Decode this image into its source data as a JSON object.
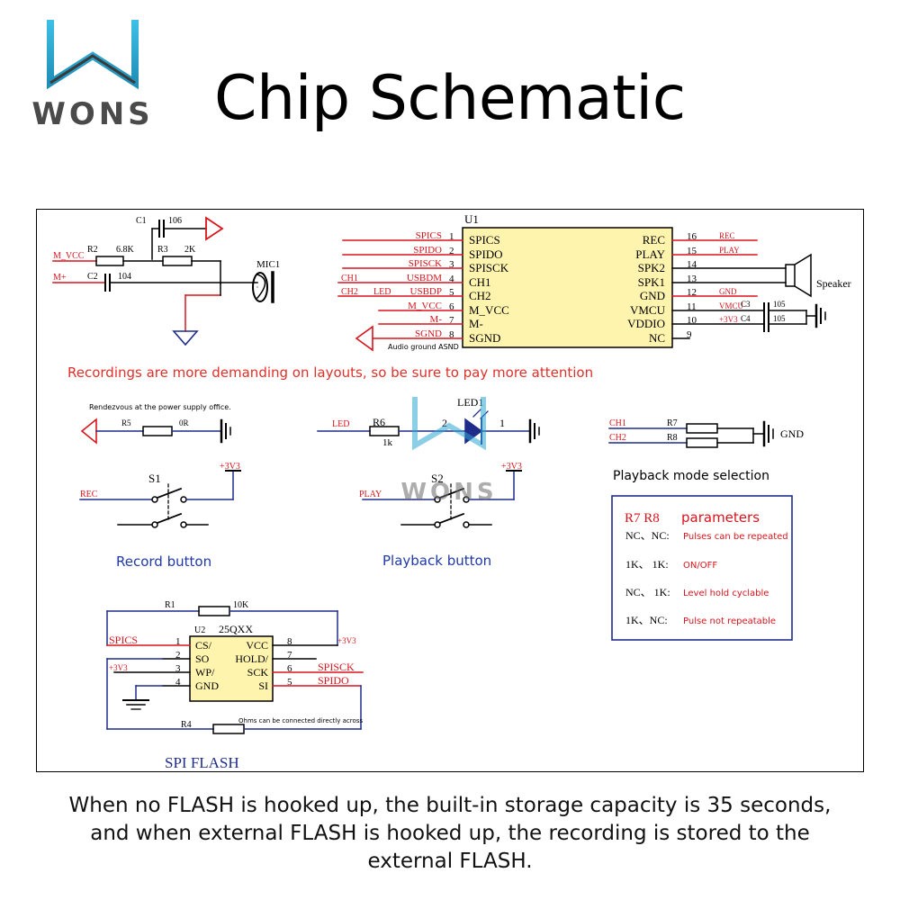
{
  "logo": {
    "text": "WONS"
  },
  "title": "Chip Schematic",
  "watermark": "WONS",
  "u1": {
    "ref": "U1",
    "left_pins": [
      {
        "num": "1",
        "name": "SPICS",
        "net": "SPICS"
      },
      {
        "num": "2",
        "name": "SPIDO",
        "net": "SPIDO"
      },
      {
        "num": "3",
        "name": "SPISCK",
        "net": "SPISCK"
      },
      {
        "num": "4",
        "name": "CH1",
        "net": "USBDM",
        "net2": "CH1"
      },
      {
        "num": "5",
        "name": "CH2",
        "net": "USBDP",
        "net2": "CH2",
        "net3": "LED"
      },
      {
        "num": "6",
        "name": "M_VCC",
        "net": "M_VCC"
      },
      {
        "num": "7",
        "name": "M-",
        "net": "M-"
      },
      {
        "num": "8",
        "name": "SGND",
        "net": "SGND"
      }
    ],
    "right_pins": [
      {
        "num": "16",
        "name": "REC",
        "net": "REC"
      },
      {
        "num": "15",
        "name": "PLAY",
        "net": "PLAY"
      },
      {
        "num": "14",
        "name": "SPK2",
        "net": ""
      },
      {
        "num": "13",
        "name": "SPK1",
        "net": ""
      },
      {
        "num": "12",
        "name": "GND",
        "net": "GND"
      },
      {
        "num": "11",
        "name": "VMCU",
        "net": "VMCU"
      },
      {
        "num": "10",
        "name": "VDDIO",
        "net": "+3V3"
      },
      {
        "num": "9",
        "name": "NC",
        "net": ""
      }
    ],
    "ground_note": "Audio ground ASND"
  },
  "mic": {
    "c1": "C1",
    "c1_val": "106",
    "r2": "R2",
    "r2_val": "6.8K",
    "r3": "R3",
    "r3_val": "2K",
    "c2": "C2",
    "c2_val": "104",
    "mic_label": "MIC1",
    "net_mvcc": "M_VCC",
    "net_mminus": "M+"
  },
  "speaker": {
    "label": "Speaker"
  },
  "caps": {
    "c3": "C3",
    "c3_val": "105",
    "c4": "C4",
    "c4_val": "105"
  },
  "layout_note": "Recordings are more demanding on layouts, so be sure to pay more attention",
  "power_note": "Rendezvous at the power supply office.",
  "r5": {
    "ref": "R5",
    "val": "0R"
  },
  "led": {
    "net": "LED",
    "ref": "R6",
    "val": "1k",
    "led_ref": "LED1",
    "pin2": "2",
    "pin1": "1"
  },
  "mode": {
    "ch1": "CH1",
    "ch2": "CH2",
    "r7": "R7",
    "r8": "R8",
    "gnd": "GND",
    "label": "Playback mode selection"
  },
  "s1": {
    "ref": "S1",
    "net": "REC",
    "vcc": "+3V3",
    "label": "Record button"
  },
  "s2": {
    "ref": "S2",
    "net": "PLAY",
    "vcc": "+3V3",
    "label": "Playback button"
  },
  "param_table": {
    "head_r": "R7  R8",
    "head_t": "parameters",
    "rows": [
      {
        "val": "NC、NC:",
        "desc": "Pulses can be repeated"
      },
      {
        "val": "1K、 1K:",
        "desc": "ON/OFF"
      },
      {
        "val": "NC、 1K:",
        "desc": "Level hold cyclable"
      },
      {
        "val": "1K、NC:",
        "desc": "Pulse not repeatable"
      }
    ]
  },
  "flash": {
    "r1": "R1",
    "r1_val": "10K",
    "u2": "U2",
    "u2_part": "25QXX",
    "left_pins": [
      {
        "num": "1",
        "name": "CS/",
        "net": "SPICS"
      },
      {
        "num": "2",
        "name": "SO",
        "net": ""
      },
      {
        "num": "3",
        "name": "WP/",
        "net": "+3V3"
      },
      {
        "num": "4",
        "name": "GND",
        "net": ""
      }
    ],
    "right_pins": [
      {
        "num": "8",
        "name": "VCC",
        "net": "+3V3"
      },
      {
        "num": "7",
        "name": "HOLD/",
        "net": ""
      },
      {
        "num": "6",
        "name": "SCK",
        "net": "SPISCK"
      },
      {
        "num": "5",
        "name": "SI",
        "net": "SPIDO"
      }
    ],
    "r4": "R4",
    "r4_note": "Ohms can be connected directly across",
    "label": "SPI FLASH"
  },
  "caption": [
    "When no FLASH is hooked up, the built-in storage capacity is 35 seconds,",
    "and when external FLASH is hooked up, the recording is stored to the",
    "external FLASH."
  ],
  "colors": {
    "net_red": "#d8141c",
    "wire_blue": "#1f2c8a",
    "chip_fill": "#fff4ae",
    "note_red": "#e0302a",
    "label_blue": "#1f39a8",
    "logo_blue": "#2ea6cf",
    "logo_gray": "#4a4a4a"
  }
}
